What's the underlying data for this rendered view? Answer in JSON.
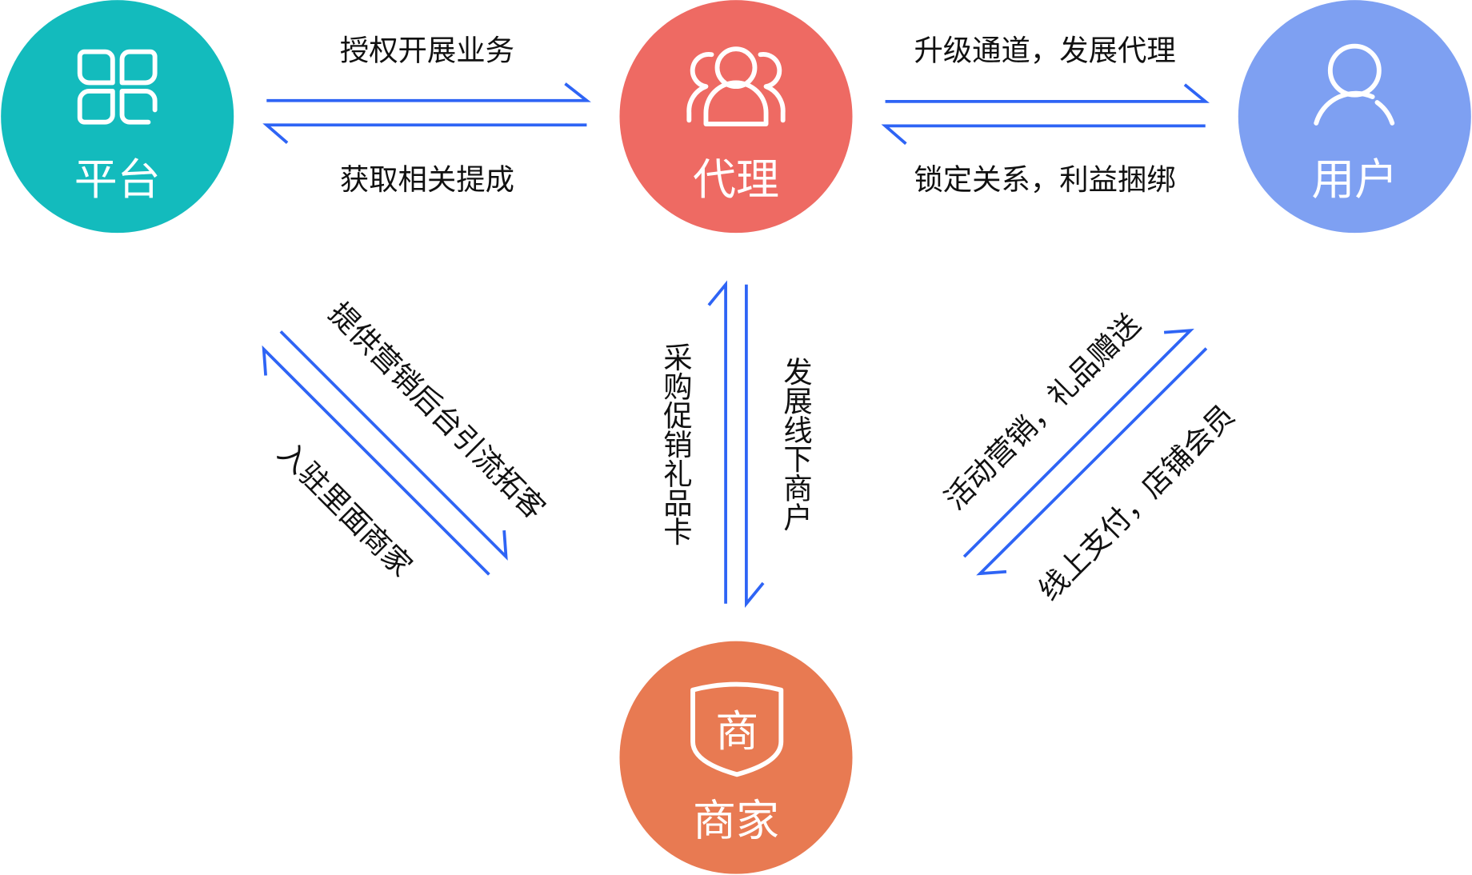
{
  "colors": {
    "platform": "#13BBBD",
    "agent": "#EE6A63",
    "user": "#7EA0F2",
    "merchant": "#E87A52",
    "arrow": "#2E64F5"
  },
  "nodes": {
    "platform": {
      "label": "平台",
      "icon": "grid-icon"
    },
    "agent": {
      "label": "代理",
      "icon": "group-icon"
    },
    "user": {
      "label": "用户",
      "icon": "user-icon"
    },
    "merchant": {
      "label": "商家",
      "icon": "shop-badge-icon",
      "badge_text": "商"
    }
  },
  "edges": {
    "platform_to_agent": "授权开展业务",
    "agent_to_platform": "获取相关提成",
    "agent_to_user": "升级通道，发展代理",
    "user_to_agent": "锁定关系，利益捆绑",
    "platform_to_merchant": "提供营销后台引流拓客",
    "merchant_to_platform": "入驻里面商家",
    "merchant_to_agent": "采购促销礼品卡",
    "agent_to_merchant": "发展线下商户",
    "merchant_to_user": "活动营销，礼品赠送",
    "user_to_merchant": "线上支付，店铺会员"
  }
}
